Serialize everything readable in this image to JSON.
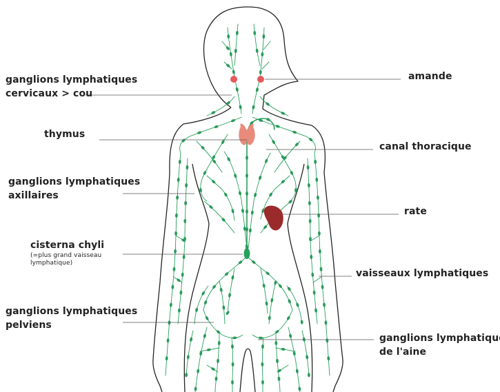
{
  "labels": {
    "cervicaux": [
      "ganglions lymphatiques",
      "cervicaux > cou"
    ],
    "thymus": [
      "thymus"
    ],
    "axillaires": [
      "ganglions lymphatiques",
      "axillaires"
    ],
    "cisterna": [
      "cisterna chyli"
    ],
    "cisterna_note": [
      "(=plus grand vaisseau",
      "lymphatique)"
    ],
    "pelviens": [
      "ganglions lymphatiques",
      "pelviens"
    ],
    "amande": [
      "amande"
    ],
    "canal": [
      "canal thoracique"
    ],
    "rate": [
      "rate"
    ],
    "vaisseaux": [
      "vaisseaux lymphatiques"
    ],
    "aine": [
      "ganglions lymphatiques",
      "de l'aine"
    ]
  },
  "colors": {
    "outline": "#222222",
    "vessel": "#27a05a",
    "node": "#2b9b5b",
    "tonsil": "#e35a5e",
    "thymus": "#e98b7c",
    "spleen": "#9b2a2a",
    "leader": "#555555"
  }
}
